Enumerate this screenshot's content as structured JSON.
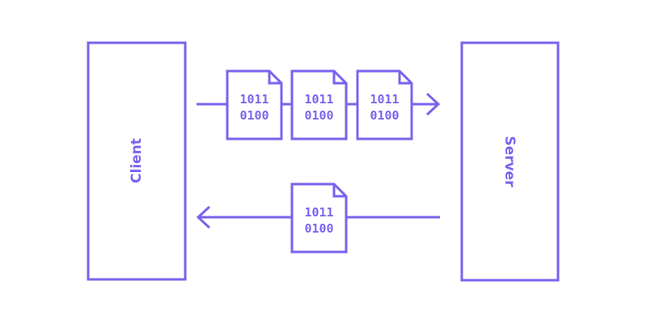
{
  "colors": {
    "stroke": "#7b61ee",
    "background": "#ffffff"
  },
  "diagram": {
    "client": {
      "label": "Client"
    },
    "server": {
      "label": "Server"
    },
    "outbound_packets": [
      {
        "line1": "1011",
        "line2": "0100"
      },
      {
        "line1": "1011",
        "line2": "0100"
      },
      {
        "line1": "1011",
        "line2": "0100"
      }
    ],
    "inbound_packets": [
      {
        "line1": "1011",
        "line2": "0100"
      }
    ]
  }
}
